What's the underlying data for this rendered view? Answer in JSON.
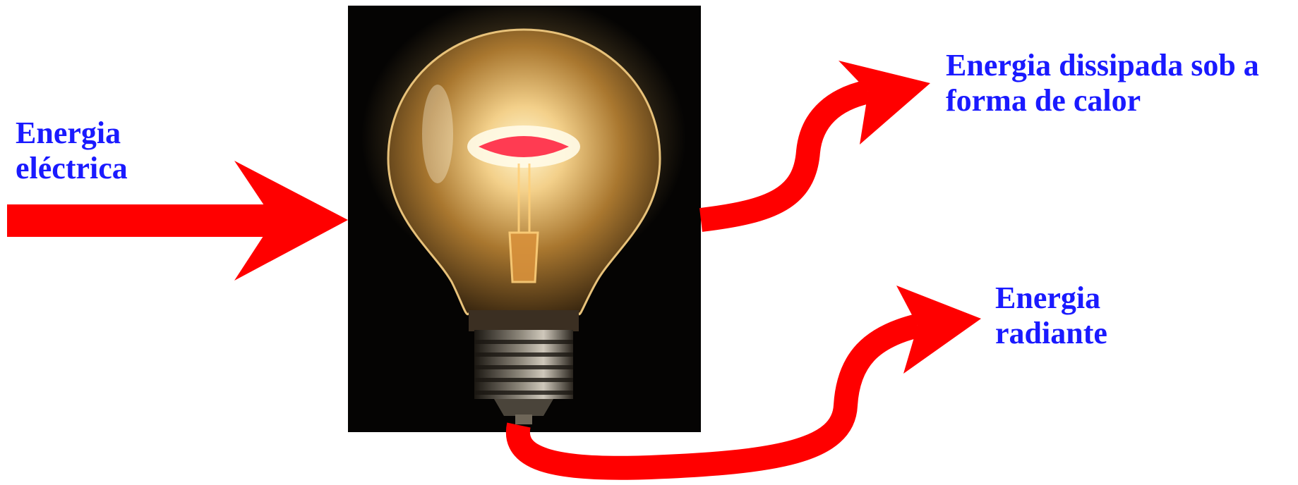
{
  "labels": {
    "input": {
      "lines": [
        "Energia",
        "eléctrica"
      ]
    },
    "heat": {
      "lines": [
        "Energia dissipada sob a",
        "forma de calor"
      ]
    },
    "radiant": {
      "lines": [
        "Energia",
        "radiante"
      ]
    }
  },
  "colors": {
    "arrow": "#ff0000",
    "text": "#1a1aff",
    "photo_background": "#050403"
  },
  "icons": [
    "light-bulb-photo",
    "input-arrow",
    "heat-arrow",
    "radiant-arrow"
  ]
}
